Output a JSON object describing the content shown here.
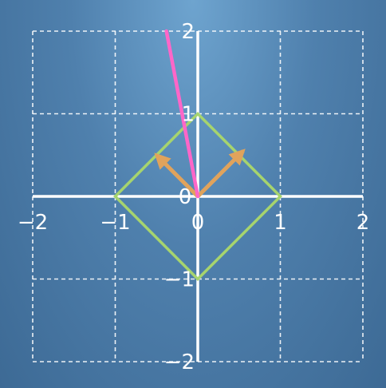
{
  "diagram": {
    "x_range": [
      -2,
      2
    ],
    "y_range": [
      -2,
      2
    ],
    "grid": true,
    "x_tick_labels": [
      {
        "value": -2,
        "text": "−2"
      },
      {
        "value": -1,
        "text": "−1"
      },
      {
        "value": 0,
        "text": "0"
      },
      {
        "value": 1,
        "text": "1"
      },
      {
        "value": 2,
        "text": "2"
      }
    ],
    "y_tick_labels": [
      {
        "value": 2,
        "text": "2"
      },
      {
        "value": 1,
        "text": "1"
      },
      {
        "value": 0,
        "text": "0"
      },
      {
        "value": -1,
        "text": "−1"
      },
      {
        "value": -2,
        "text": "−2"
      }
    ],
    "diamond": {
      "color": "#a6d46e",
      "vertices": [
        [
          0,
          1
        ],
        [
          1,
          0
        ],
        [
          0,
          -1
        ],
        [
          -1,
          0
        ]
      ]
    },
    "vectors": [
      {
        "name": "orange-vector-right",
        "color": "#e0a35c",
        "from": [
          0,
          0
        ],
        "to": [
          0.55,
          0.55
        ]
      },
      {
        "name": "orange-vector-left",
        "color": "#e0a35c",
        "from": [
          0,
          0
        ],
        "to": [
          -0.5,
          0.5
        ]
      }
    ],
    "line": {
      "color": "#ff66c8",
      "from": [
        0,
        0
      ],
      "to": [
        -0.38,
        2.0
      ]
    }
  }
}
